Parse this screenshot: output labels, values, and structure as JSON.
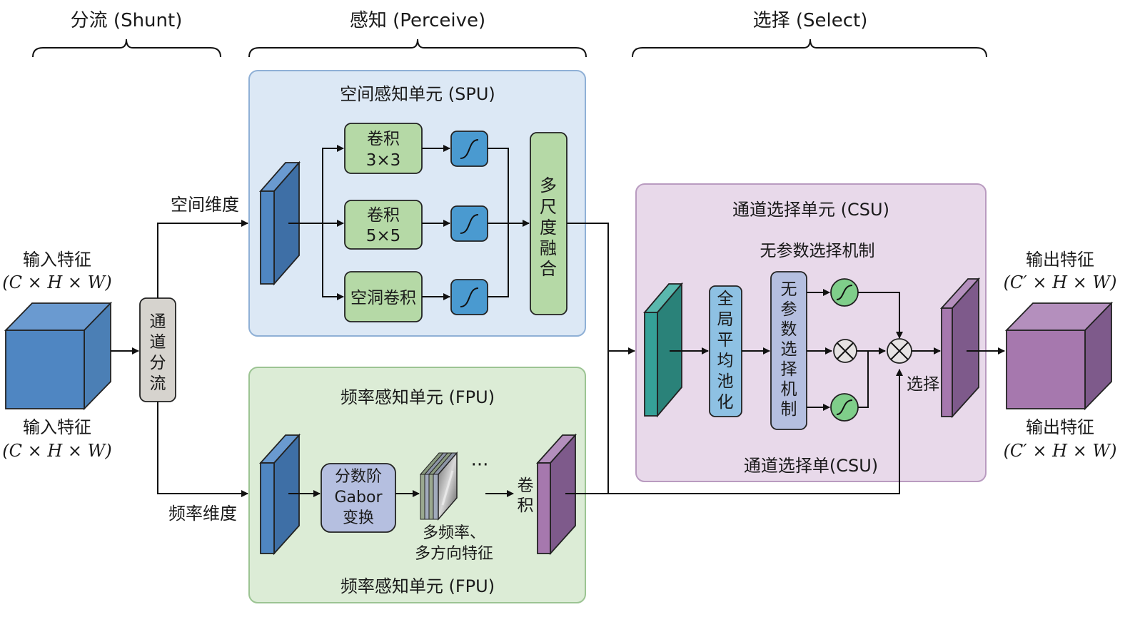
{
  "stages": {
    "shunt": "分流 (Shunt)",
    "perceive": "感知 (Perceive)",
    "select": "选择 (Select)"
  },
  "input": {
    "label_top": "输入特征",
    "dims_top": "(C × H × W)",
    "label_bottom": "输入特征",
    "dims_bottom": "(C × H × W)"
  },
  "split": {
    "label_chars": [
      "通",
      "道",
      "分",
      "流"
    ],
    "spatial_branch": "空间维度",
    "frequency_branch": "频率维度"
  },
  "spu": {
    "title": "空间感知单元 (SPU)",
    "conv3_line1": "卷积",
    "conv3_line2": "3×3",
    "conv5_line1": "卷积",
    "conv5_line2": "5×5",
    "dilated": "空洞卷积",
    "fusion_chars": [
      "多",
      "尺",
      "度",
      "融",
      "合"
    ]
  },
  "fpu": {
    "title": "频率感知单元 (FPU)",
    "gabor_line1": "分数阶",
    "gabor_line2": "Gabor",
    "gabor_line3": "变换",
    "features_line1": "多频率、",
    "features_line2": "多方向特征",
    "ellipsis": "···",
    "conv_chars": [
      "卷",
      "积"
    ],
    "footer": "频率感知单元 (FPU)"
  },
  "csu": {
    "title": "通道选择单元 (CSU)",
    "subtitle": "无参数选择机制",
    "gap_chars": [
      "全",
      "局",
      "平",
      "均",
      "池",
      "化"
    ],
    "mech_chars": [
      "无",
      "参",
      "数",
      "选",
      "择",
      "机",
      "制"
    ],
    "select_label": "选择",
    "footer": "通道选择单(CSU)"
  },
  "output": {
    "label_top": "输出特征",
    "dims_top": "(C′ × H × W)",
    "label_bottom": "输出特征",
    "dims_bottom": "(C′ × H × W)"
  },
  "colors": {
    "spu_bg": "#dce8f5",
    "spu_border": "#8fb0d6",
    "fpu_bg": "#dcecd6",
    "fpu_border": "#9cc493",
    "csu_bg": "#e8d9ea",
    "csu_border": "#b99bc0",
    "blue": "#4f86c2",
    "green_box": "#b5d9a6",
    "sigmoid_blue": "#4a9ad0",
    "sigmoid_green": "#7fce8a",
    "teal": "#35a198",
    "purple": "#9a73a6",
    "gray_box": "#d6d3ce",
    "lavender_box": "#b5bfe0"
  }
}
